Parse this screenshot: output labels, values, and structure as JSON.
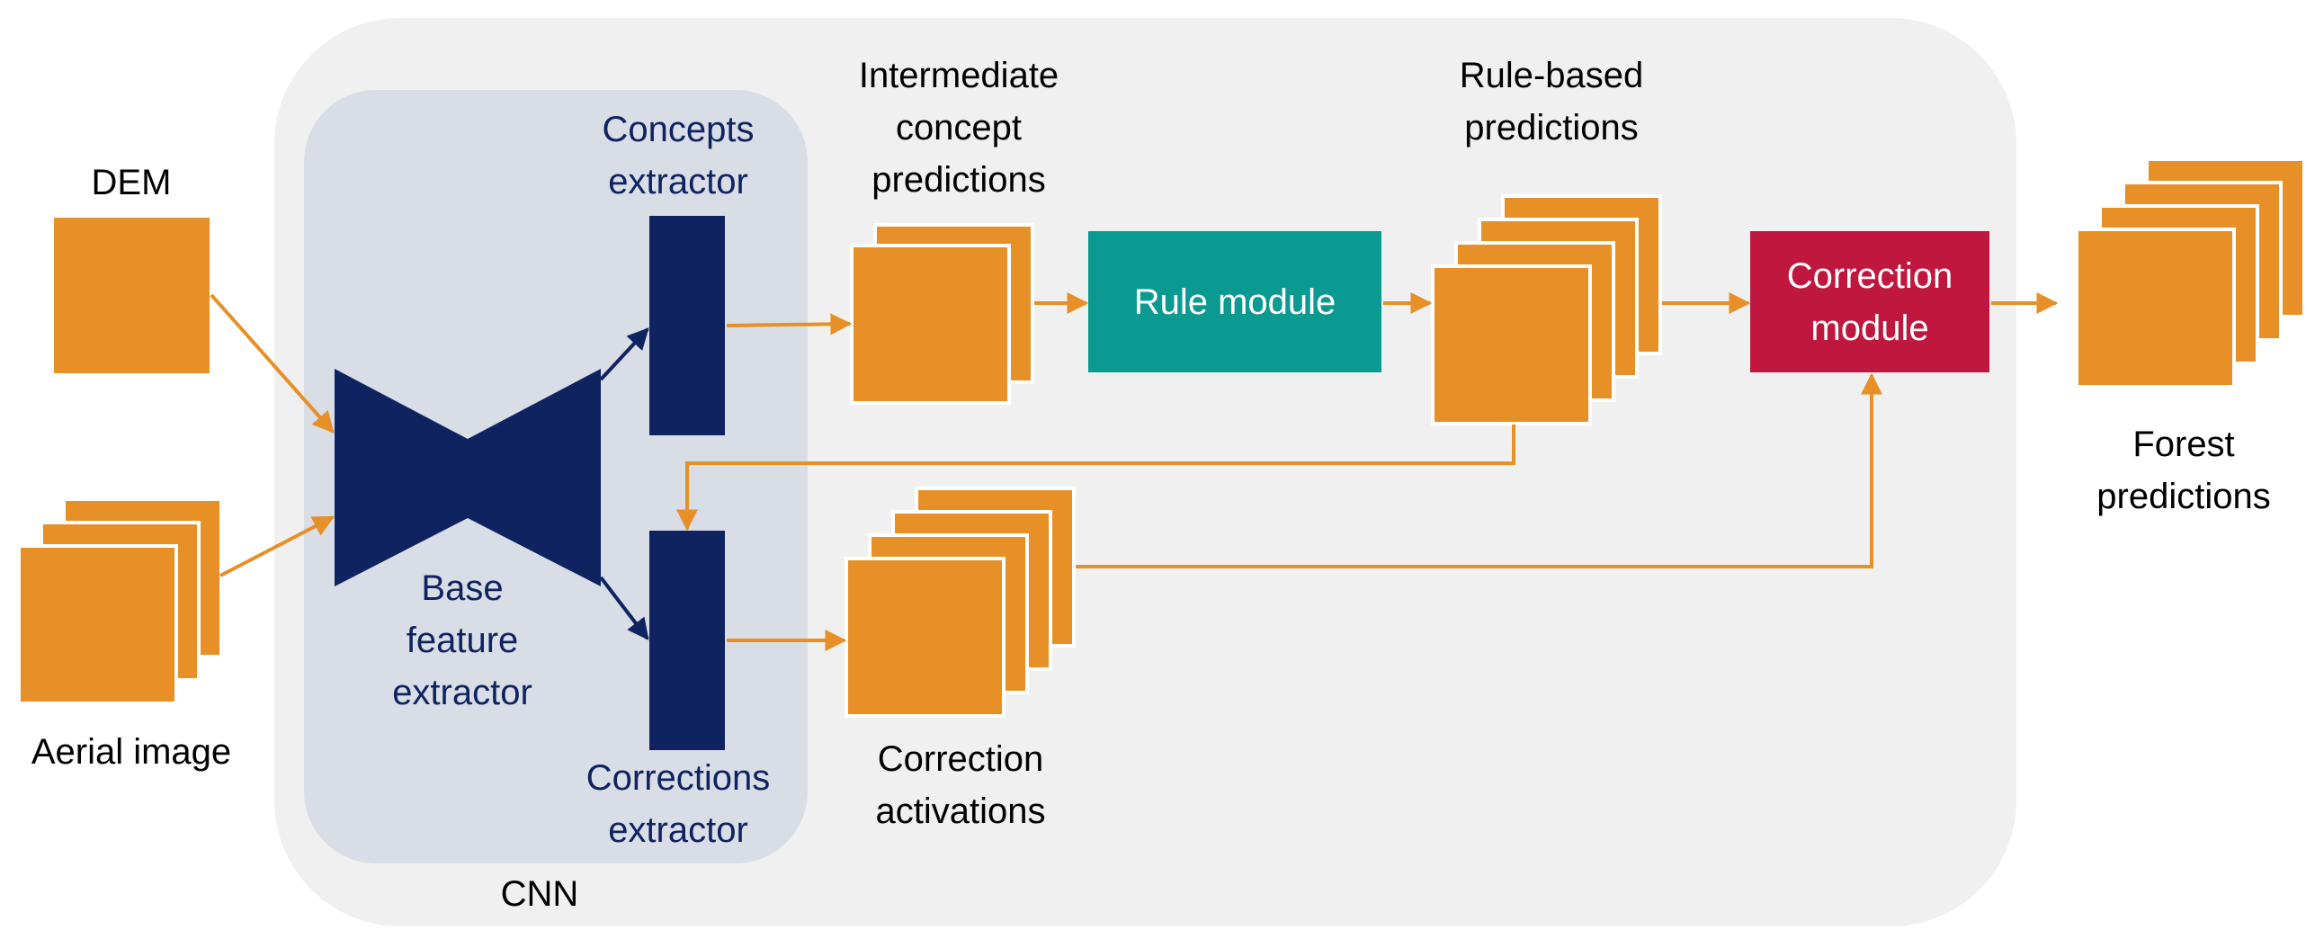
{
  "labels": {
    "dem": "DEM",
    "aerial_image": "Aerial image",
    "cnn": "CNN",
    "concepts_extractor": [
      "Concepts",
      "extractor"
    ],
    "base_feature_extractor": [
      "Base",
      "feature",
      "extractor"
    ],
    "corrections_extractor": [
      "Corrections",
      "extractor"
    ],
    "intermediate_concept_predictions": [
      "Intermediate",
      "concept",
      "predictions"
    ],
    "correction_activations": [
      "Correction",
      "activations"
    ],
    "rule_based_predictions": [
      "Rule-based",
      "predictions"
    ],
    "forest_predictions": [
      "Forest",
      "predictions"
    ]
  },
  "modules": {
    "rule_module": [
      "Rule module"
    ],
    "correction_module": [
      "Correction",
      "module"
    ]
  },
  "colors": {
    "feature_map": "#e69027",
    "arrow": "#e69027",
    "navy": "#0e2360",
    "rule_module": "#0a9a92",
    "correction_module": "#c0173e",
    "outer_panel": "#f0f0f0",
    "cnn_panel": "#d9dde6"
  }
}
